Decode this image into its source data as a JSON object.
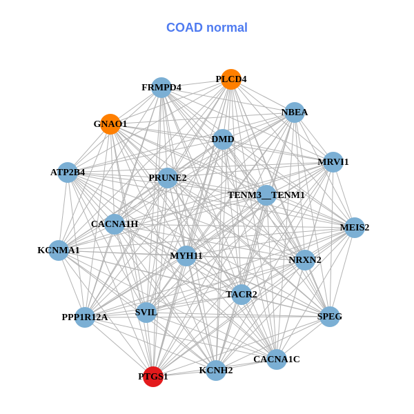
{
  "title": "COAD normal",
  "colors": {
    "default": "#7BAFD4",
    "orange": "#FF7F00",
    "red": "#E31A1C",
    "edge": "#B3B3B3",
    "title": "#4F7BF0"
  },
  "edges": "all-pairs",
  "nodes": [
    {
      "id": "PLCD4",
      "color": "orange"
    },
    {
      "id": "FRMPD4",
      "color": "default"
    },
    {
      "id": "NBEA",
      "color": "default"
    },
    {
      "id": "GNAO1",
      "color": "orange"
    },
    {
      "id": "DMD",
      "color": "default"
    },
    {
      "id": "MRVI1",
      "color": "default"
    },
    {
      "id": "ATP2B4",
      "color": "default"
    },
    {
      "id": "PRUNE2",
      "color": "default"
    },
    {
      "id": "TENM3__TENM1",
      "color": "default"
    },
    {
      "id": "MEIS2",
      "color": "default"
    },
    {
      "id": "CACNA1H",
      "color": "default"
    },
    {
      "id": "KCNMA1",
      "color": "default"
    },
    {
      "id": "MYH11",
      "color": "default"
    },
    {
      "id": "NRXN2",
      "color": "default"
    },
    {
      "id": "TACR2",
      "color": "default"
    },
    {
      "id": "SVIL",
      "color": "default"
    },
    {
      "id": "SPEG",
      "color": "default"
    },
    {
      "id": "PPP1R12A",
      "color": "default"
    },
    {
      "id": "CACNA1C",
      "color": "default"
    },
    {
      "id": "KCNH2",
      "color": "default"
    },
    {
      "id": "PTGS1",
      "color": "red"
    }
  ]
}
